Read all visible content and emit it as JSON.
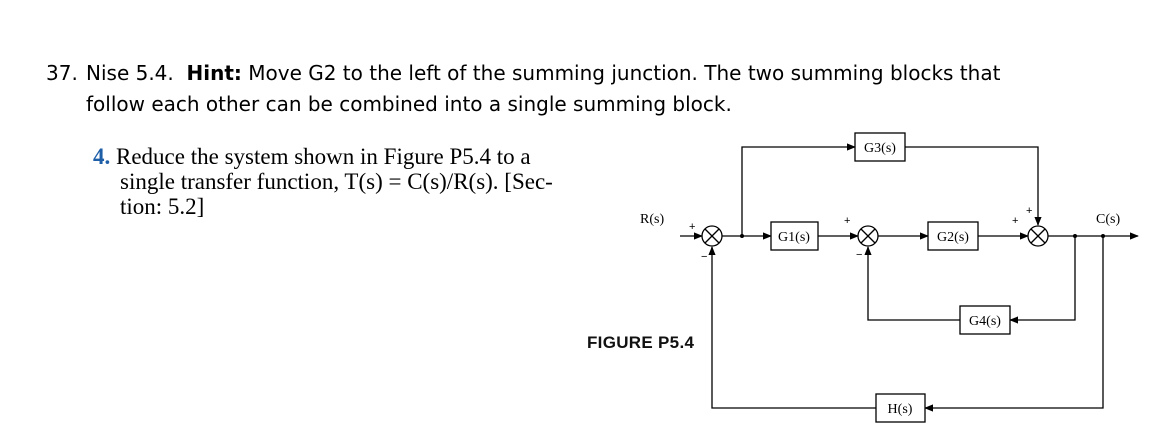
{
  "question": {
    "number": "37.",
    "source": "Nise 5.4.",
    "hint_label": "Hint:",
    "hint_line1": "Move G2 to the left of the summing junction.  The two summing blocks that",
    "hint_line2": "follow each other can be combined into a single summing block."
  },
  "problem": {
    "number": "4.",
    "line1": "Reduce the system shown in Figure P5.4 to a",
    "line2": "single transfer function, T(s) = C(s)/R(s). [Sec-",
    "line3": "tion: 5.2]"
  },
  "figure": {
    "caption": "FIGURE P5.4",
    "input_label": "R(s)",
    "output_label": "C(s)",
    "blocks": {
      "g1": "G1(s)",
      "g2": "G2(s)",
      "g3": "G3(s)",
      "g4": "G4(s)",
      "h": "H(s)"
    },
    "signs": {
      "s1_in": "+",
      "s1_fb": "−",
      "s2_in": "+",
      "s2_fb": "−",
      "s3_in": "+",
      "s3_top": "+"
    }
  }
}
